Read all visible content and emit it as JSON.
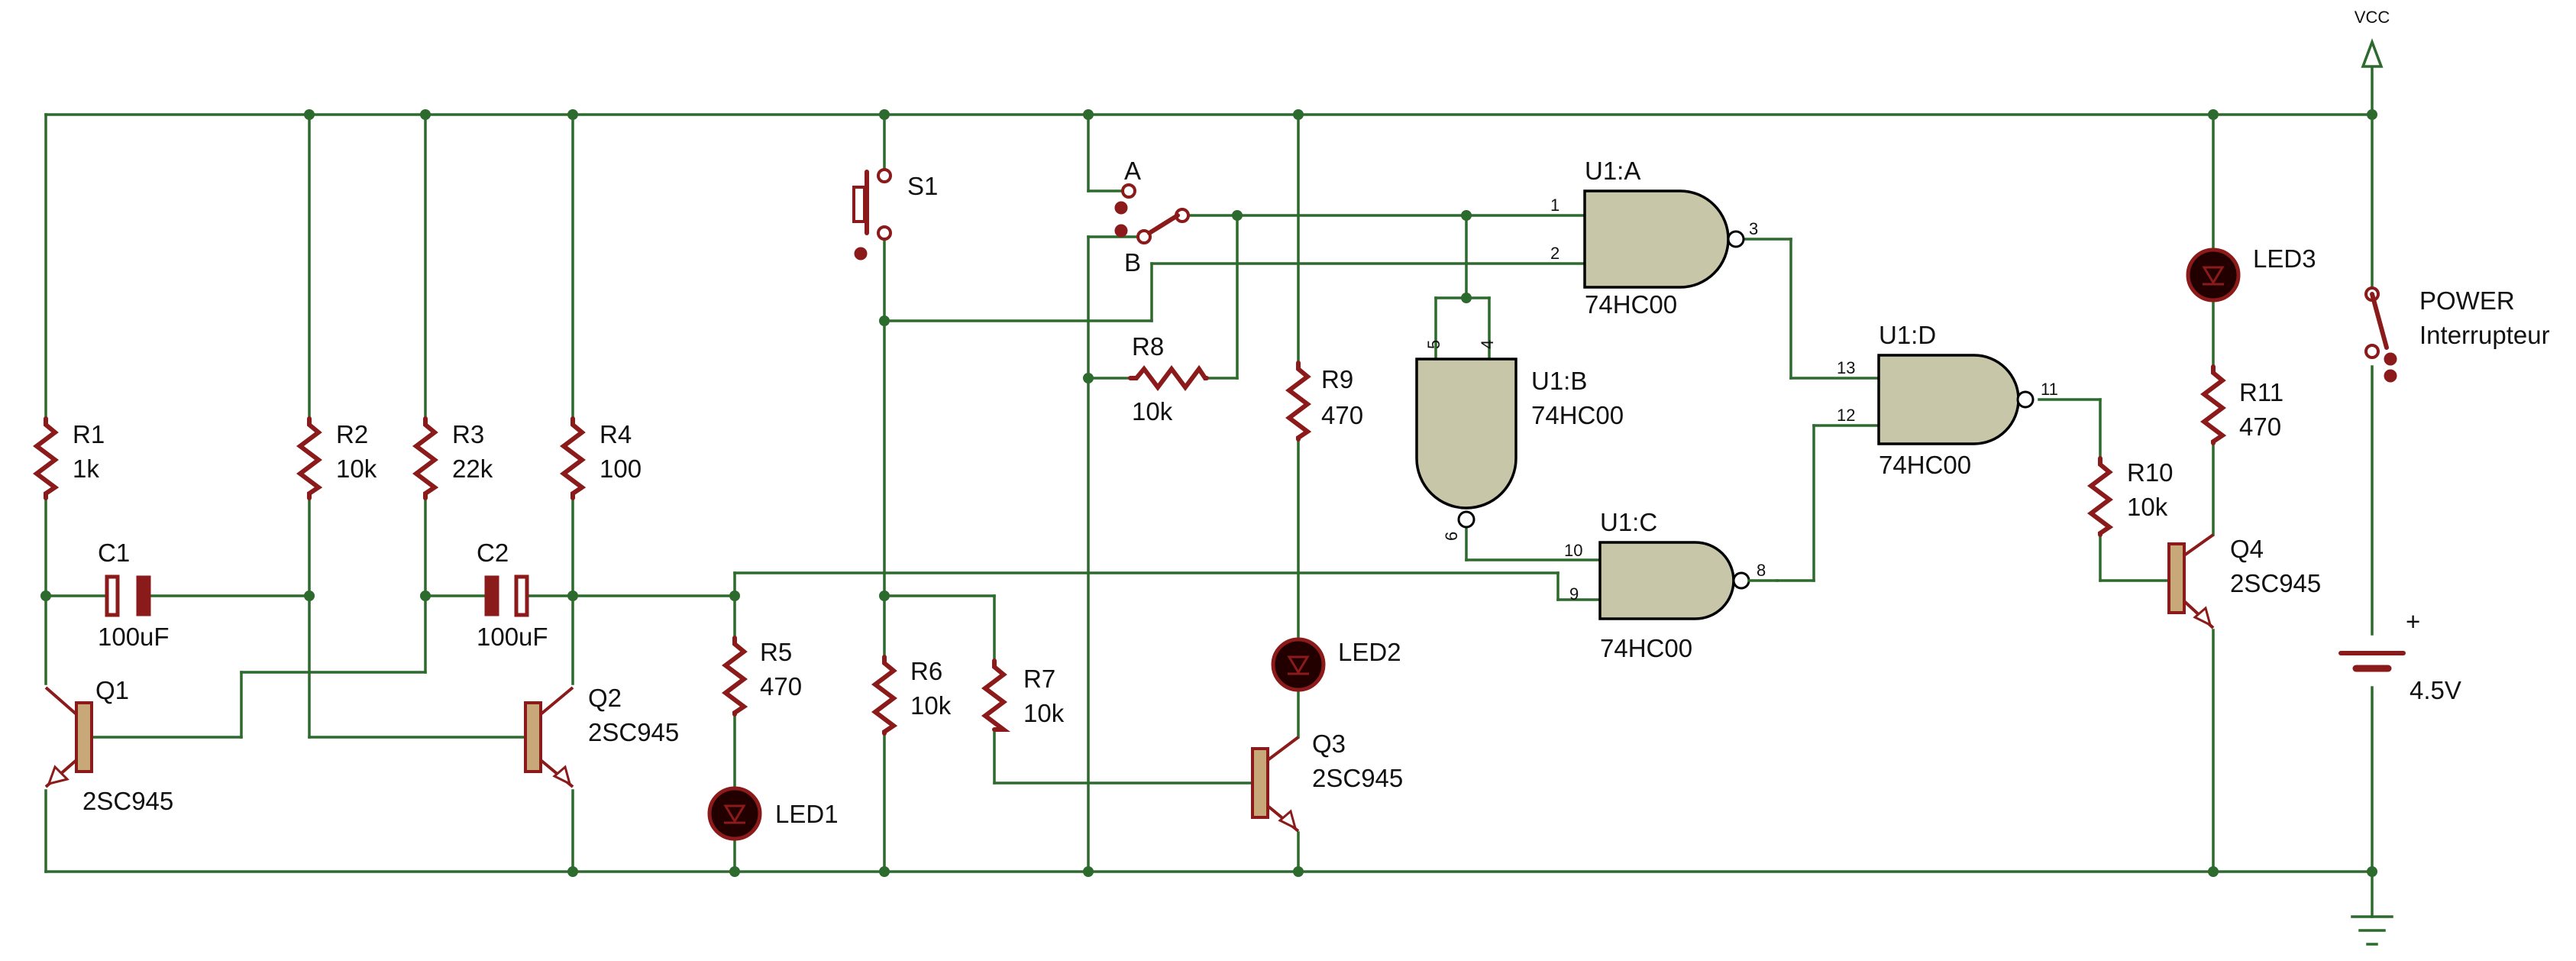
{
  "power": {
    "vcc_label": "VCC",
    "switch_name": "POWER",
    "switch_type": "Interrupteur",
    "battery_value": "4.5V",
    "battery_polarity": "+"
  },
  "resistors": [
    {
      "name": "R1",
      "value": "1k"
    },
    {
      "name": "R2",
      "value": "10k"
    },
    {
      "name": "R3",
      "value": "22k"
    },
    {
      "name": "R4",
      "value": "100"
    },
    {
      "name": "R5",
      "value": "470"
    },
    {
      "name": "R6",
      "value": "10k"
    },
    {
      "name": "R7",
      "value": "10k"
    },
    {
      "name": "R8",
      "value": "10k"
    },
    {
      "name": "R9",
      "value": "470"
    },
    {
      "name": "R10",
      "value": "10k"
    },
    {
      "name": "R11",
      "value": "470"
    }
  ],
  "capacitors": [
    {
      "name": "C1",
      "value": "100uF"
    },
    {
      "name": "C2",
      "value": "100uF"
    }
  ],
  "transistors": [
    {
      "name": "Q1",
      "value": "2SC945"
    },
    {
      "name": "Q2",
      "value": "2SC945"
    },
    {
      "name": "Q3",
      "value": "2SC945"
    },
    {
      "name": "Q4",
      "value": "2SC945"
    }
  ],
  "leds": [
    "LED1",
    "LED2",
    "LED3"
  ],
  "switches": {
    "push": "S1",
    "selector_a": "A",
    "selector_b": "B"
  },
  "gates": [
    {
      "name": "U1:A",
      "part": "74HC00",
      "pins": [
        "1",
        "2",
        "3"
      ]
    },
    {
      "name": "U1:B",
      "part": "74HC00",
      "pins": [
        "5",
        "4",
        "6"
      ]
    },
    {
      "name": "U1:C",
      "part": "74HC00",
      "pins": [
        "10",
        "9",
        "8"
      ]
    },
    {
      "name": "U1:D",
      "part": "74HC00",
      "pins": [
        "13",
        "12",
        "11"
      ]
    }
  ]
}
